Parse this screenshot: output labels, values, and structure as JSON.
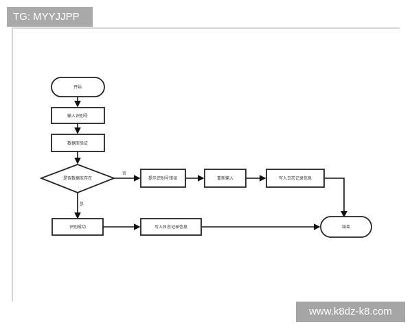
{
  "header_tag": "TG: MYYJJPP",
  "watermark": "www.k8dz-k8.com",
  "flowchart": {
    "nodes": {
      "start": "开始",
      "step1": "输入识别号",
      "step2": "数据库验证",
      "decision": "是否数据库存在",
      "error_step": "提示识别号错误",
      "retry_step": "重新输入",
      "log_step_top": "写入日志记录信息",
      "success_step": "识别成功",
      "log_step_bottom": "写入日志记录信息",
      "end": "结束"
    },
    "edge_labels": {
      "no": "否",
      "yes": "是"
    }
  }
}
